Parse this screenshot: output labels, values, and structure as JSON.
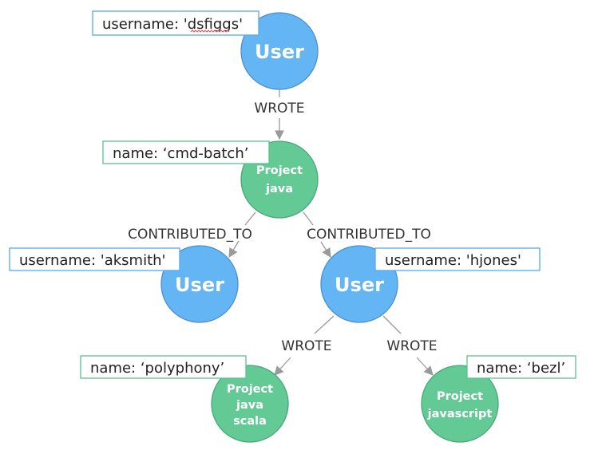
{
  "colors": {
    "user_fill": "#64b5f3",
    "user_stroke": "#4a90cf",
    "project_fill": "#63c995",
    "project_stroke": "#48a878",
    "user_box_border": "#5aa9e6",
    "project_box_border": "#5cc08d",
    "edge": "#9a9a9a"
  },
  "nodes": {
    "user_dsfiggs": {
      "type": "User",
      "lines": [
        "User"
      ],
      "property": "username: 'dsfiggs'"
    },
    "project_cmd_batch": {
      "type": "Project",
      "lines": [
        "Project",
        "java"
      ],
      "property": "name: ‘cmd-batch’"
    },
    "user_aksmith": {
      "type": "User",
      "lines": [
        "User"
      ],
      "property": "username: 'aksmith'"
    },
    "user_hjones": {
      "type": "User",
      "lines": [
        "User"
      ],
      "property": "username: 'hjones'"
    },
    "project_polyphony": {
      "type": "Project",
      "lines": [
        "Project",
        "java",
        "scala"
      ],
      "property": "name: ‘polyphony’"
    },
    "project_bezl": {
      "type": "Project",
      "lines": [
        "Project",
        "javascript"
      ],
      "property": "name: ‘bezl’"
    }
  },
  "edges": {
    "dsfiggs_wrote_cmd_batch": {
      "label": "WROTE"
    },
    "cmd_batch_to_aksmith": {
      "label": "CONTRIBUTED_TO"
    },
    "cmd_batch_to_hjones": {
      "label": "CONTRIBUTED_TO"
    },
    "hjones_wrote_polyphony": {
      "label": "WROTE"
    },
    "hjones_wrote_bezl": {
      "label": "WROTE"
    }
  }
}
